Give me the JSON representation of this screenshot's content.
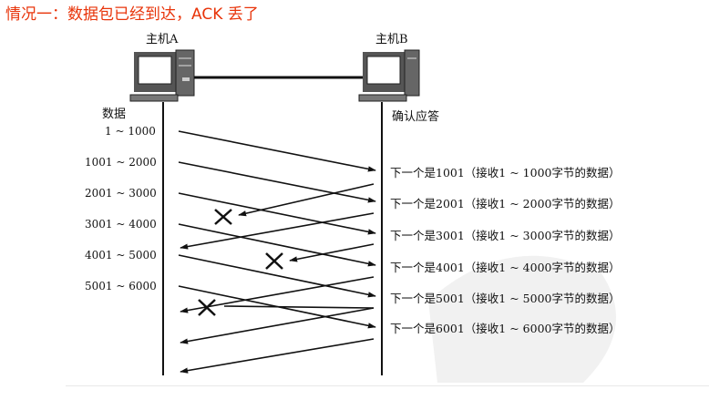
{
  "heading": {
    "text": "情况一：数据包已经到达，ACK 丢了",
    "color": "#e8340a"
  },
  "hosts": {
    "a_label": "主机A",
    "b_label": "主机B"
  },
  "columns": {
    "left_label": "数据",
    "right_label": "确认应答"
  },
  "segments": [
    "1 ~ 1000",
    "1001 ~ 2000",
    "2001 ~ 3000",
    "3001 ~ 4000",
    "4001 ~ 5000",
    "5001 ~ 6000"
  ],
  "acks": [
    "下一个是1001（接收1 ~ 1000字节的数据）",
    "下一个是2001（接收1 ~ 2000字节的数据）",
    "下一个是3001（接收1 ~ 3000字节的数据）",
    "下一个是4001（接收1 ~ 4000字节的数据）",
    "下一个是5001（接收1 ~ 5000字节的数据）",
    "下一个是6001（接收1 ~ 6000字节的数据）"
  ],
  "lost_acks": [
    1,
    3,
    5
  ],
  "colors": {
    "line": "#111111",
    "lost_mark": "#111111"
  }
}
